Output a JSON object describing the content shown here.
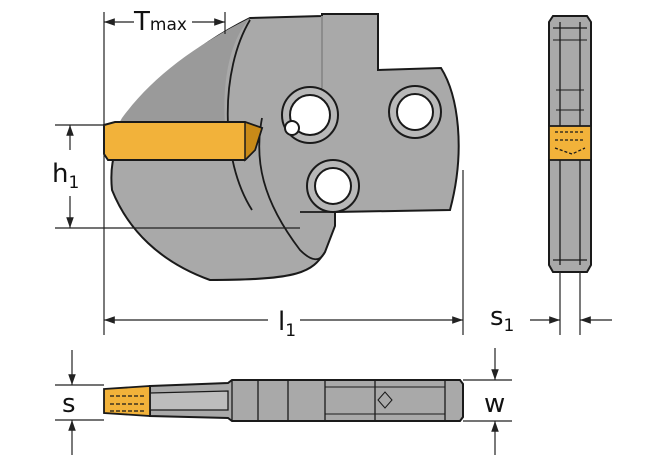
{
  "colors": {
    "body": "#a9a9a9",
    "body_dark": "#8e8e8e",
    "body_light": "#c4c4c4",
    "outline": "#1a1a1a",
    "insert": "#f2b23a",
    "insert_dark": "#c98a18",
    "dim_line": "#222222",
    "background": "#ffffff"
  },
  "dimensions": {
    "tmax": {
      "main": "T",
      "sub": "max"
    },
    "h1": {
      "main": "h",
      "sub": "1"
    },
    "l1": {
      "main": "l",
      "sub": "1"
    },
    "s1": {
      "main": "s",
      "sub": "1"
    },
    "s": {
      "main": "s"
    },
    "w": {
      "main": "w"
    }
  },
  "views": {
    "side_view": "side-view",
    "front_view": "front-view",
    "top_view": "top-view"
  }
}
